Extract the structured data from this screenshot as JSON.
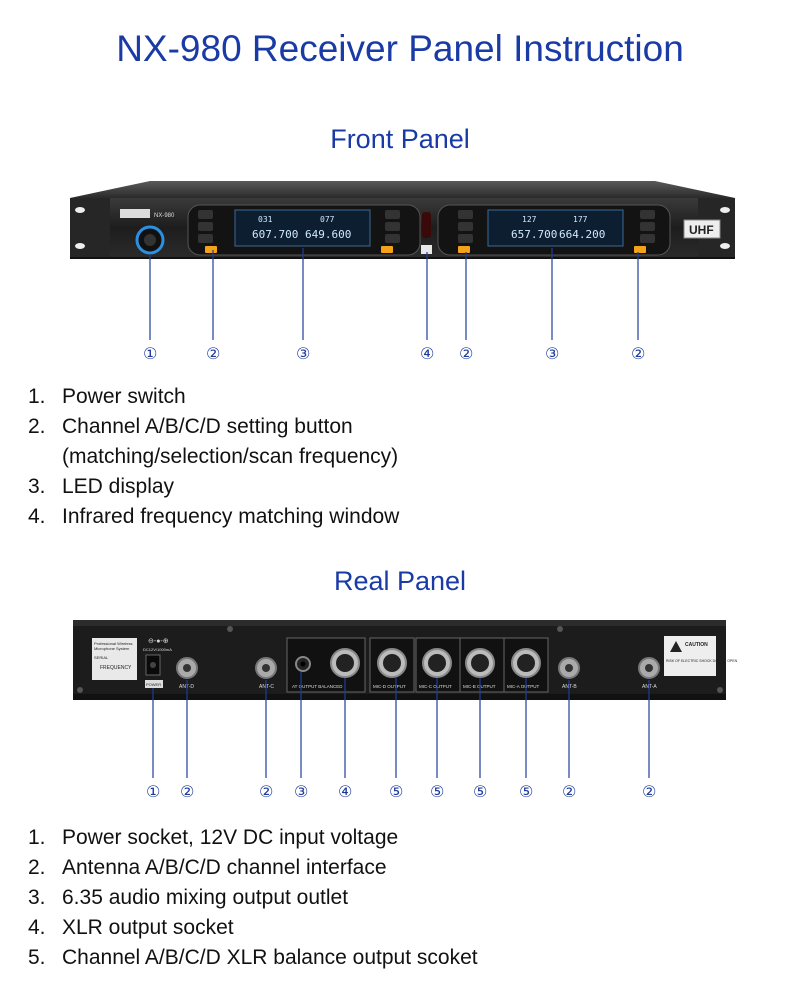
{
  "page_title": "NX-980 Receiver Panel Instruction",
  "front": {
    "heading": "Front Panel",
    "device": {
      "model": "NX-980",
      "band": "UHF",
      "lcd_left": {
        "ch1": "031",
        "ch2": "077",
        "f1": "607.700",
        "f2": "649.600"
      },
      "lcd_right": {
        "ch1": "127",
        "ch2": "177",
        "f1": "657.700",
        "f2": "664.200"
      }
    },
    "callouts": [
      "①",
      "②",
      "③",
      "④",
      "②",
      "③",
      "②"
    ],
    "items": [
      {
        "num": "1.",
        "text": "Power switch"
      },
      {
        "num": "2.",
        "text": "Channel A/B/C/D setting  button",
        "cont": "(matching/selection/scan frequency)"
      },
      {
        "num": "3.",
        "text": "LED display"
      },
      {
        "num": "4.",
        "text": "Infrared frequency matching window"
      }
    ]
  },
  "rear": {
    "heading": "Real Panel",
    "device": {
      "dc_label": "DC12V/1000mA",
      "sticker_line1": "Professional Wireless",
      "sticker_line2": "Microphone System",
      "sticker_serial": "SERIAL",
      "sticker_freq": "FREQUENCY",
      "power_label": "POWER",
      "ports": [
        "ANT-D",
        "ANT-C",
        "AT OUTPUT BALANCED",
        "MIC-D OUTPUT",
        "MIC-C OUTPUT",
        "MIC-B OUTPUT",
        "MIC-A OUTPUT",
        "ANT-B",
        "ANT-A"
      ],
      "caution_title": "CAUTION",
      "caution_text": "RISK OF ELECTRIC SHOCK DO NOT OPEN"
    },
    "callouts": [
      "①",
      "②",
      "②",
      "③",
      "④",
      "⑤",
      "⑤",
      "⑤",
      "⑤",
      "②",
      "②"
    ],
    "items": [
      {
        "num": "1.",
        "text": "Power socket, 12V DC input voltage"
      },
      {
        "num": "2.",
        "text": "Antenna A/B/C/D channel interface"
      },
      {
        "num": "3.",
        "text": "6.35 audio mixing output outlet"
      },
      {
        "num": "4.",
        "text": "XLR output socket"
      },
      {
        "num": "5.",
        "text": "Channel A/B/C/D XLR balance output scoket"
      }
    ]
  },
  "colors": {
    "heading_blue": "#1a3aa6",
    "callout_blue": "#1f3c9c",
    "button_orange": "#f3a21a",
    "panel_dark": "#1c1c1c"
  }
}
